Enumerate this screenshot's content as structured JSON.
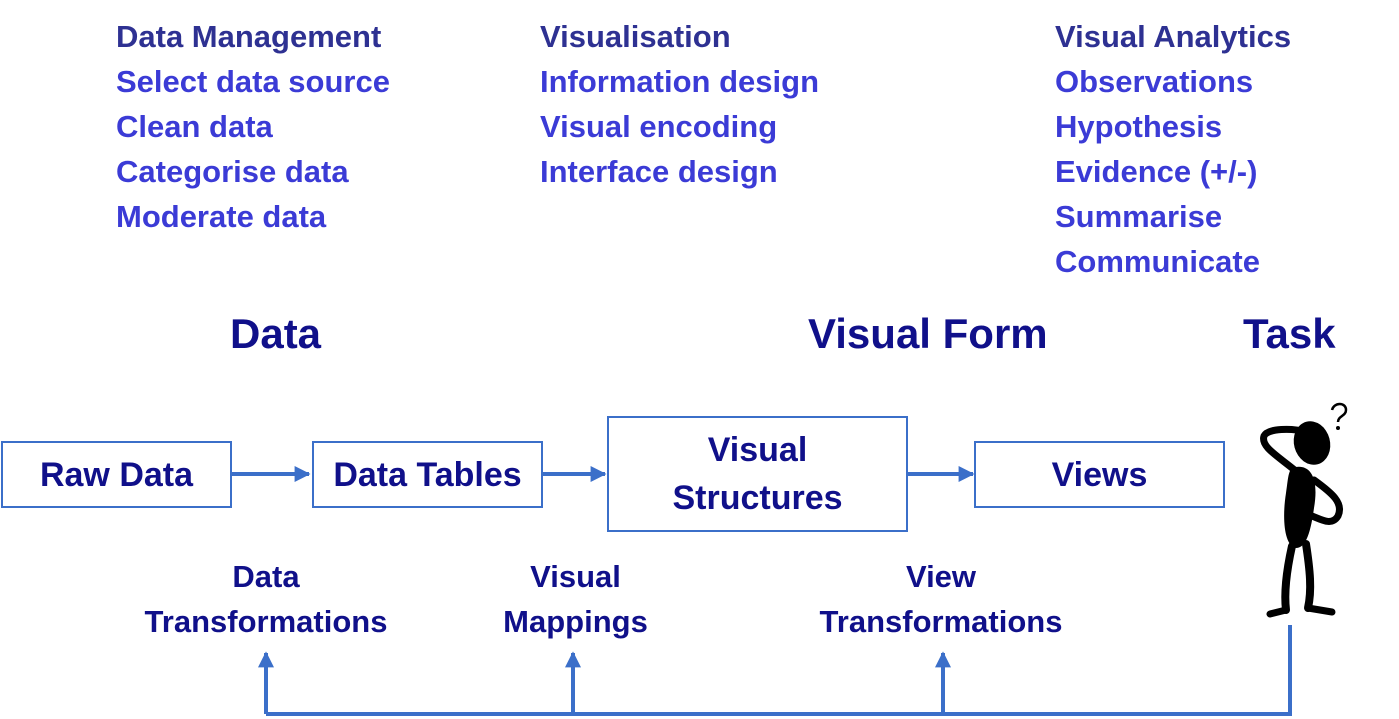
{
  "columns": {
    "data_management": {
      "heading": "Data Management",
      "items": [
        "Select data source",
        "Clean data",
        "Categorise data",
        "Moderate data"
      ]
    },
    "visualisation": {
      "heading": "Visualisation",
      "items": [
        "Information design",
        "Visual encoding",
        "Interface design"
      ]
    },
    "visual_analytics": {
      "heading": "Visual Analytics",
      "items": [
        "Observations",
        "Hypothesis",
        "Evidence (+/-)",
        "Summarise",
        "Communicate"
      ]
    }
  },
  "sections": {
    "data": "Data",
    "visual_form": "Visual Form",
    "task": "Task"
  },
  "pipeline": {
    "raw_data": "Raw Data",
    "data_tables": "Data Tables",
    "visual_structures_line1": "Visual",
    "visual_structures_line2": "Structures",
    "views": "Views"
  },
  "transforms": {
    "data_line1": "Data",
    "data_line2": "Transformations",
    "mapping_line1": "Visual",
    "mapping_line2": "Mappings",
    "view_line1": "View",
    "view_line2": "Transformations"
  },
  "colors": {
    "heading": "#2e3192",
    "item": "#3b3bd6",
    "title": "#10108a",
    "connector": "#3b6fc9"
  },
  "icons": {
    "person": "thinking-person-icon"
  }
}
